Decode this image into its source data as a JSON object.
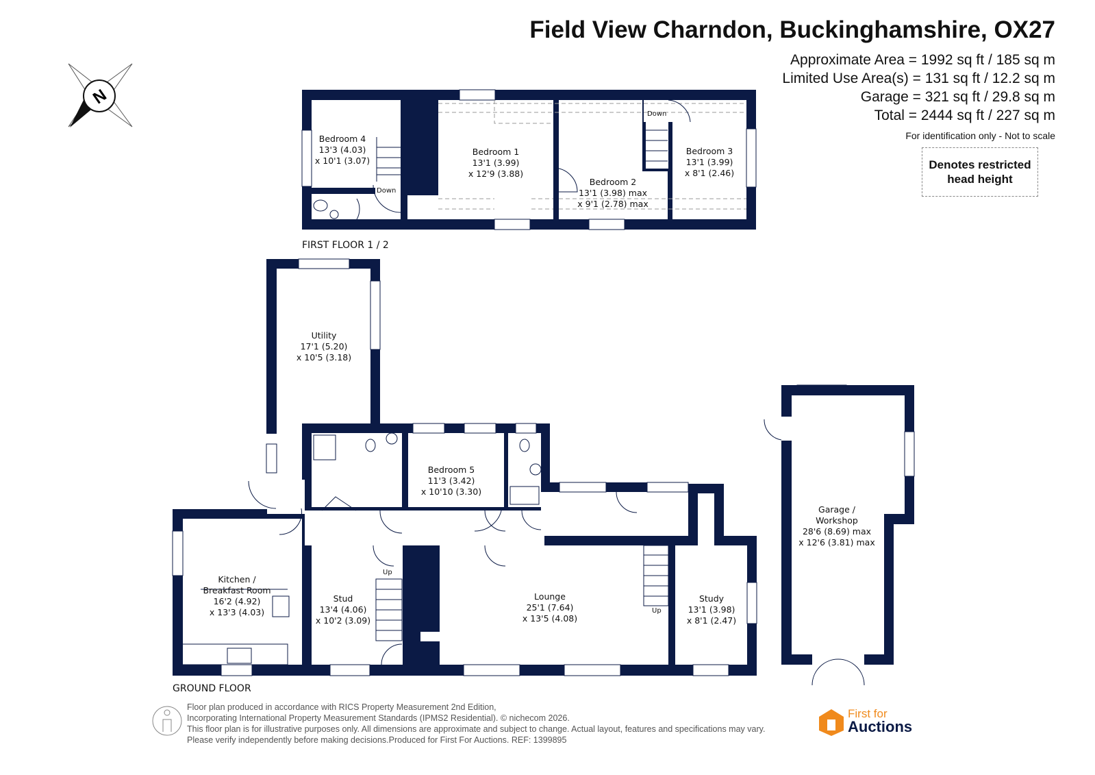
{
  "header": {
    "title": "Field View Charndon, Buckinghamshire, OX27",
    "areas": [
      "Approximate Area = 1992 sq ft / 185 sq m",
      "Limited Use Area(s) = 131 sq ft / 12.2 sq m",
      "Garage = 321 sq ft / 29.8 sq m",
      "Total = 2444 sq ft / 227 sq m"
    ],
    "note": "For identification only - Not to scale",
    "legend": [
      "Denotes restricted",
      "head height"
    ]
  },
  "compass": {
    "label": "N"
  },
  "colors": {
    "wall": "#0b1a45",
    "accent": "#f08a1c"
  },
  "first_floor": {
    "label": "FIRST FLOOR 1 / 2",
    "rooms": [
      {
        "name": "Bedroom 4",
        "dim1": "13'3 (4.03)",
        "dim2": "x 10'1 (3.07)"
      },
      {
        "name": "Bedroom 1",
        "dim1": "13'1 (3.99)",
        "dim2": "x 12'9 (3.88)"
      },
      {
        "name": "Bedroom 2",
        "dim1": "13'1 (3.98) max",
        "dim2": "x 9'1 (2.78) max"
      },
      {
        "name": "Bedroom 3",
        "dim1": "13'1 (3.99)",
        "dim2": "x 8'1 (2.46)"
      }
    ],
    "stairs": [
      "Down",
      "Down"
    ]
  },
  "ground_floor": {
    "label": "GROUND FLOOR",
    "rooms": [
      {
        "name": "Utility",
        "dim1": "17'1 (5.20)",
        "dim2": "x 10'5 (3.18)"
      },
      {
        "name": "Bedroom 5",
        "dim1": "11'3 (3.42)",
        "dim2": "x 10'10 (3.30)"
      },
      {
        "name": "Kitchen /",
        "name2": "Breakfast Room",
        "dim1": "16'2 (4.92)",
        "dim2": "x 13'3 (4.03)"
      },
      {
        "name": "Stud",
        "dim1": "13'4 (4.06)",
        "dim2": "x 10'2 (3.09)"
      },
      {
        "name": "Lounge",
        "dim1": "25'1 (7.64)",
        "dim2": "x 13'5 (4.08)"
      },
      {
        "name": "Study",
        "dim1": "13'1 (3.98)",
        "dim2": "x 8'1 (2.47)"
      },
      {
        "name": "Garage /",
        "name2": "Workshop",
        "dim1": "28'6 (8.69) max",
        "dim2": "x 12'6 (3.81) max"
      }
    ],
    "stairs": [
      "Up",
      "Up"
    ]
  },
  "footer": {
    "lines": [
      "Floor plan produced in accordance with RICS Property Measurement 2nd Edition,",
      "Incorporating International Property Measurement Standards (IPMS2 Residential).   © nichecom 2026.",
      "This floor plan is for illustrative purposes only. All dimensions are approximate and subject to change. Actual layout, features and specifications may vary.",
      "Please verify independently before making decisions.Produced for First For Auctions.   REF:  1399895"
    ],
    "logo_line1": "First for",
    "logo_line2": "Auctions"
  }
}
